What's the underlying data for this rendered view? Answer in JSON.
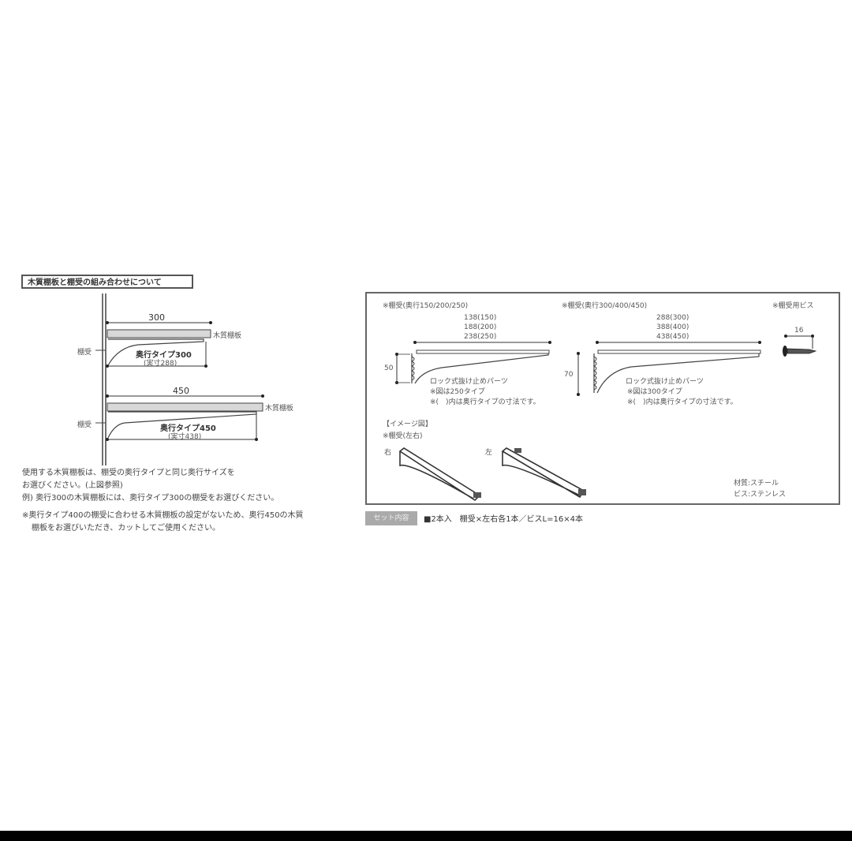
{
  "left_panel": {
    "title": "木質棚板と棚受の組み合わせについて",
    "diagram_300": {
      "width_label": "300",
      "shelf_label": "木質棚板",
      "bracket_label": "棚受",
      "type_label": "奥行タイプ300",
      "actual_label": "(実寸288)"
    },
    "diagram_450": {
      "width_label": "450",
      "shelf_label": "木質棚板",
      "bracket_label": "棚受",
      "type_label": "奥行タイプ450",
      "actual_label": "(実寸438)"
    },
    "notes": [
      "使用する木質棚板は、棚受の奥行タイプと同じ奥行サイズを",
      "お選びください。(上図参照)",
      "例) 奥行300の木質棚板には、奥行タイプ300の棚受をお選びください。",
      "※奥行タイプ400の棚受に合わせる木質棚板の設定がないため、奥行450の木質",
      "棚板をお選びいただき、カットしてご使用ください。"
    ]
  },
  "spec_box": {
    "bracket_small": {
      "heading": "※棚受(奥行150/200/250)",
      "lengths": [
        "138(150)",
        "188(200)",
        "238(250)"
      ],
      "height": "50",
      "lock_label": "ロック式抜け止めパーツ",
      "type_note": "※図は250タイプ",
      "paren_note": "※(　)内は奥行タイプの寸法です。"
    },
    "bracket_large": {
      "heading": "※棚受(奥行300/400/450)",
      "lengths": [
        "288(300)",
        "388(400)",
        "438(450)"
      ],
      "height": "70",
      "lock_label": "ロック式抜け止めパーツ",
      "type_note": "※図は300タイプ",
      "paren_note": "※(　)内は奥行タイプの寸法です。"
    },
    "screw": {
      "heading": "※棚受用ビス",
      "length": "16"
    },
    "image_section": {
      "heading": "【イメージ図】",
      "subheading": "※棚受(左右)",
      "right_label": "右",
      "left_label": "左"
    },
    "material": {
      "line1": "材質:スチール",
      "line2": "ビス:ステンレス"
    }
  },
  "set_contents": {
    "tag": "セット内容",
    "text": "■2本入　棚受×左右各1本／ビスL=16×4本"
  }
}
